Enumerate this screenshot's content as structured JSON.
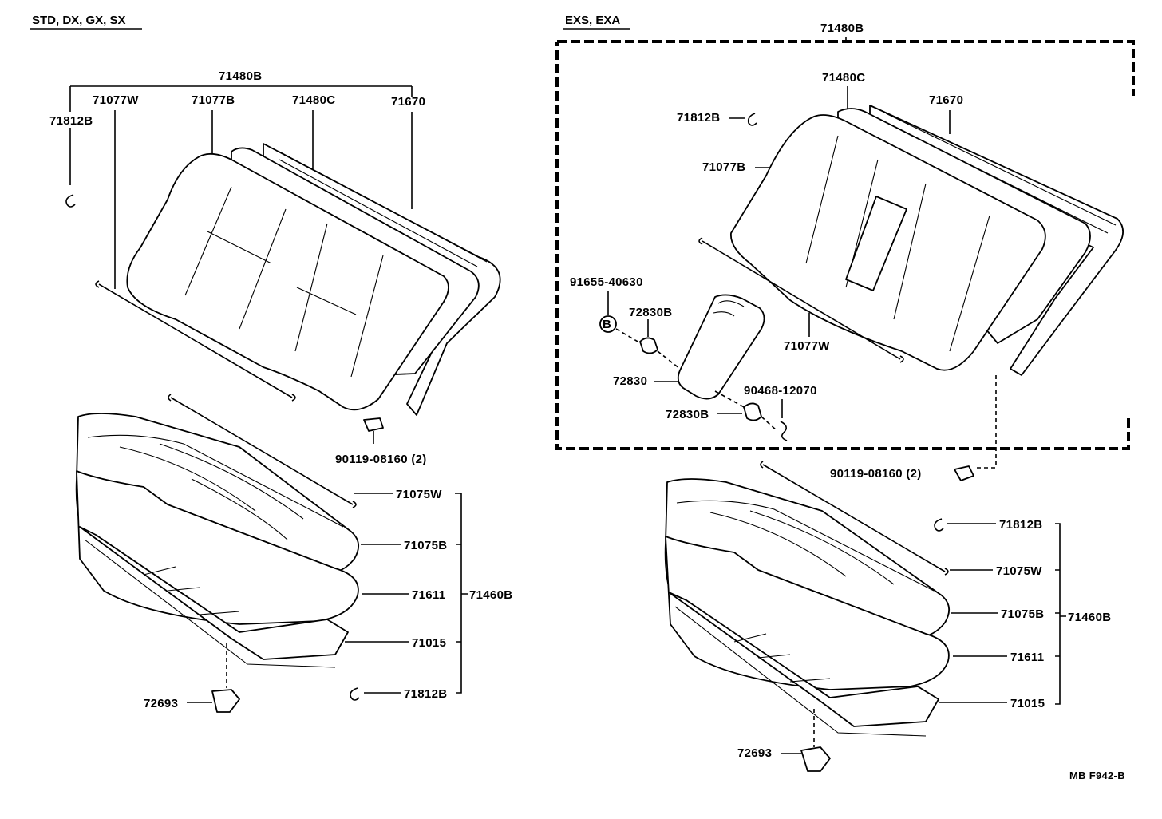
{
  "left": {
    "header": "STD, DX, GX, SX",
    "back": {
      "assembly": "71480B",
      "labels": [
        "71077W",
        "71077B",
        "71480C",
        "71670",
        "71812B"
      ],
      "bolt": "90119-08160 (2)"
    },
    "cushion": {
      "assembly": "71460B",
      "labels": [
        "71075W",
        "71075B",
        "71611",
        "71015",
        "71812B"
      ],
      "hook": "72693"
    }
  },
  "right": {
    "header": "EXS, EXA",
    "back": {
      "assembly": "71480B",
      "labels": [
        "71480C",
        "71670",
        "71812B",
        "71077B",
        "71077W"
      ],
      "armrest": {
        "screw": "91655-40630",
        "screw_mark": "B",
        "bushing_upper": "72830B",
        "armrest": "72830",
        "bushing_lower": "72830B",
        "clip": "90468-12070"
      },
      "bolt": "90119-08160 (2)"
    },
    "cushion": {
      "assembly": "71460B",
      "labels": [
        "71812B",
        "71075W",
        "71075B",
        "71611",
        "71015"
      ],
      "hook": "72693"
    }
  },
  "figure_code": "MB F942-B"
}
